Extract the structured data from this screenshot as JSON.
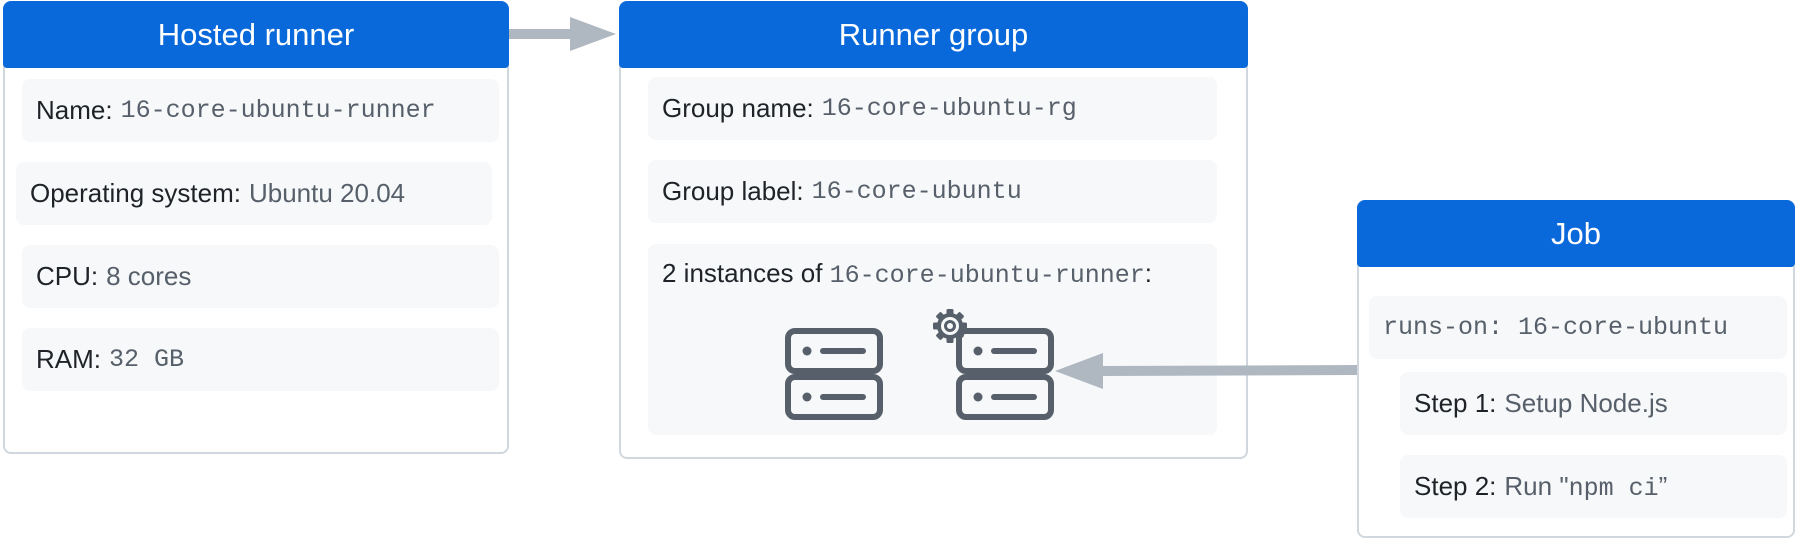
{
  "hosted_runner": {
    "title": "Hosted runner",
    "name_label": "Name:",
    "name_value": "16-core-ubuntu-runner",
    "os_label": "Operating system:",
    "os_value": "Ubuntu 20.04",
    "cpu_label": "CPU:",
    "cpu_value": "8 cores",
    "ram_label": "RAM:",
    "ram_value": "32 GB"
  },
  "runner_group": {
    "title": "Runner group",
    "group_name_label": "Group name:",
    "group_name_value": "16-core-ubuntu-rg",
    "group_label_label": "Group label:",
    "group_label_value": "16-core-ubuntu",
    "instances_prefix": "2 instances of",
    "instances_runner": "16-core-ubuntu-runner",
    "instances_suffix": ":"
  },
  "job": {
    "title": "Job",
    "runs_on": "runs-on: 16-core-ubuntu",
    "step1_label": "Step 1:",
    "step1_value": "Setup Node.js",
    "step2_label": "Step 2:",
    "step2_prefix": "Run \"",
    "step2_command": "npm ci",
    "step2_suffix": "”"
  },
  "colors": {
    "header_blue": "#0969da",
    "border": "#d0d7de",
    "row_background": "#f6f8fa",
    "arrow": "#afb8c1",
    "icon": "#57606a"
  },
  "icons": {
    "server": "server-icon",
    "gear": "gear-icon"
  }
}
